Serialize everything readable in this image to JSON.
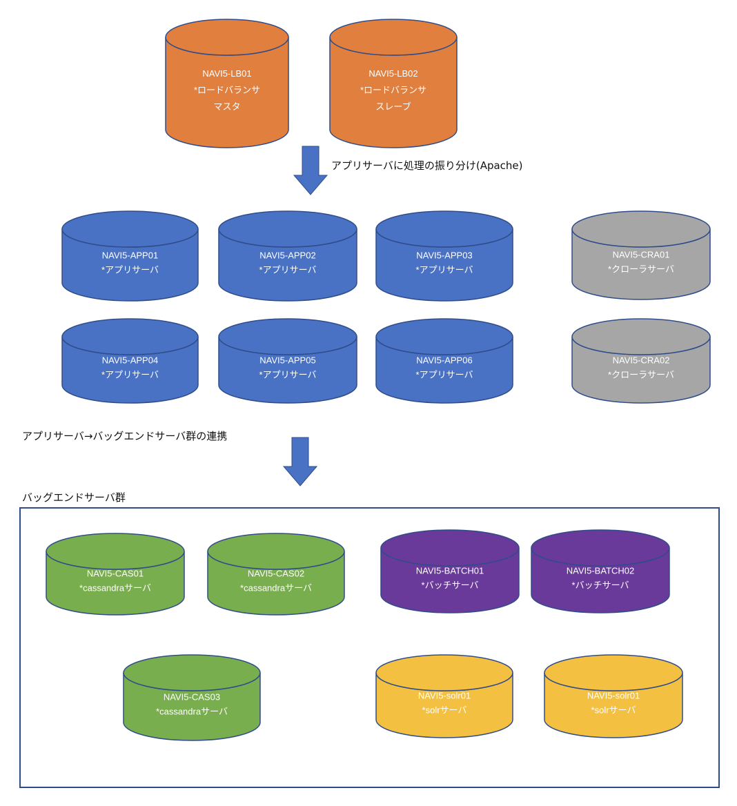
{
  "colors": {
    "orange": {
      "fill": "#E07F3E",
      "stroke": "#2F4C8A"
    },
    "blue": {
      "fill": "#4A72C4",
      "stroke": "#2F4C8A"
    },
    "gray": {
      "fill": "#A6A6A6",
      "stroke": "#2F4C8A"
    },
    "green": {
      "fill": "#79AE4E",
      "stroke": "#2F4C8A"
    },
    "purple": {
      "fill": "#6A3A9B",
      "stroke": "#2F4C8A"
    },
    "yellow": {
      "fill": "#F4C042",
      "stroke": "#2F4C8A"
    },
    "arrow": "#4A72C4",
    "frame": "#2F4C8A"
  },
  "captions": {
    "distribution": "アプリサーバに処理の振り分け(Apache)",
    "integration": "アプリサーバ→バッグエンドサーバ群の連携",
    "backend_group": "バッグエンドサーバ群"
  },
  "servers": {
    "lb01": {
      "lines": [
        "NAVI5-LB01",
        "*ロードバランサ",
        "マスタ"
      ],
      "color": "orange"
    },
    "lb02": {
      "lines": [
        "NAVI5-LB02",
        "*ロードバランサ",
        "スレーブ"
      ],
      "color": "orange"
    },
    "app01": {
      "lines": [
        "NAVI5-APP01",
        "*アプリサーバ"
      ],
      "color": "blue"
    },
    "app02": {
      "lines": [
        "NAVI5-APP02",
        "*アプリサーバ"
      ],
      "color": "blue"
    },
    "app03": {
      "lines": [
        "NAVI5-APP03",
        "*アプリサーバ"
      ],
      "color": "blue"
    },
    "app04": {
      "lines": [
        "NAVI5-APP04",
        "*アプリサーバ"
      ],
      "color": "blue"
    },
    "app05": {
      "lines": [
        "NAVI5-APP05",
        "*アプリサーバ"
      ],
      "color": "blue"
    },
    "app06": {
      "lines": [
        "NAVI5-APP06",
        "*アプリサーバ"
      ],
      "color": "blue"
    },
    "cra01": {
      "lines": [
        "NAVI5-CRA01",
        "*クローラサーバ"
      ],
      "color": "gray"
    },
    "cra02": {
      "lines": [
        "NAVI5-CRA02",
        "*クローラサーバ"
      ],
      "color": "gray"
    },
    "cas01": {
      "lines": [
        "NAVI5-CAS01",
        "*cassandraサーバ"
      ],
      "color": "green"
    },
    "cas02": {
      "lines": [
        "NAVI5-CAS02",
        "*cassandraサーバ"
      ],
      "color": "green"
    },
    "cas03": {
      "lines": [
        "NAVI5-CAS03",
        "*cassandraサーバ"
      ],
      "color": "green"
    },
    "batch01": {
      "lines": [
        "NAVI5-BATCH01",
        "*バッチサーバ"
      ],
      "color": "purple"
    },
    "batch02": {
      "lines": [
        "NAVI5-BATCH02",
        "*バッチサーバ"
      ],
      "color": "purple"
    },
    "solr01a": {
      "lines": [
        "NAVI5-solr01",
        "*solrサーバ"
      ],
      "color": "yellow"
    },
    "solr01b": {
      "lines": [
        "NAVI5-solr01",
        "*solrサーバ"
      ],
      "color": "yellow"
    }
  }
}
